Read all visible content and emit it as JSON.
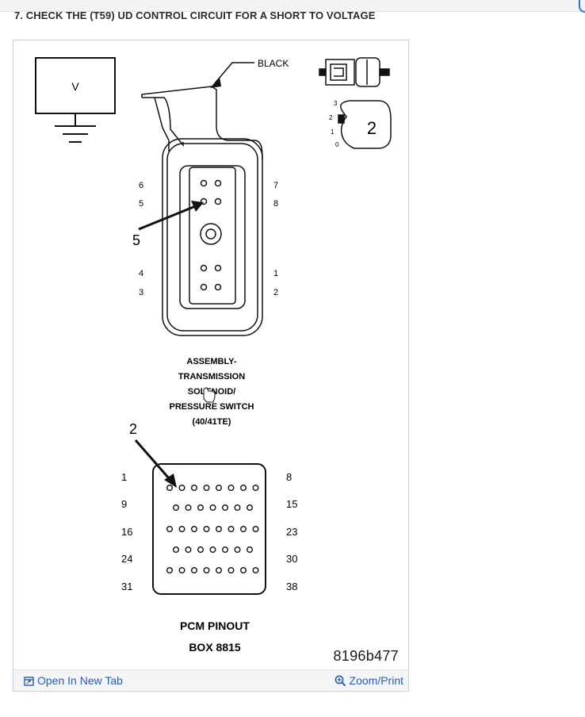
{
  "page": {
    "step_title": "7. CHECK THE (T59) UD CONTROL CIRCUIT FOR A SHORT TO VOLTAGE"
  },
  "diagram": {
    "meter_label": "V",
    "wire_label": "BLACK",
    "callout_badge": "2",
    "connector_view_pins": [
      "3",
      "2",
      "1",
      "0"
    ],
    "solenoid_connector": {
      "pin_labels": [
        "6",
        "5",
        "7",
        "8",
        "4",
        "3",
        "1",
        "2"
      ],
      "callout": "5",
      "caption_lines": [
        "ASSEMBLY-",
        "TRANSMISSION",
        "SOLENOID/",
        "PRESSURE SWITCH",
        "(40/41TE)"
      ]
    },
    "pcm_connector": {
      "callout": "2",
      "row_start_labels": [
        "1",
        "9",
        "16",
        "24",
        "31"
      ],
      "row_end_labels": [
        "8",
        "15",
        "23",
        "30",
        "38"
      ],
      "caption_lines": [
        "PCM PINOUT",
        "BOX 8815"
      ]
    },
    "figure_id": "8196b477"
  },
  "footer": {
    "open_label": "Open In New Tab",
    "zoom_label": "Zoom/Print"
  },
  "colors": {
    "link": "#2a5db0",
    "stroke": "#111111"
  }
}
